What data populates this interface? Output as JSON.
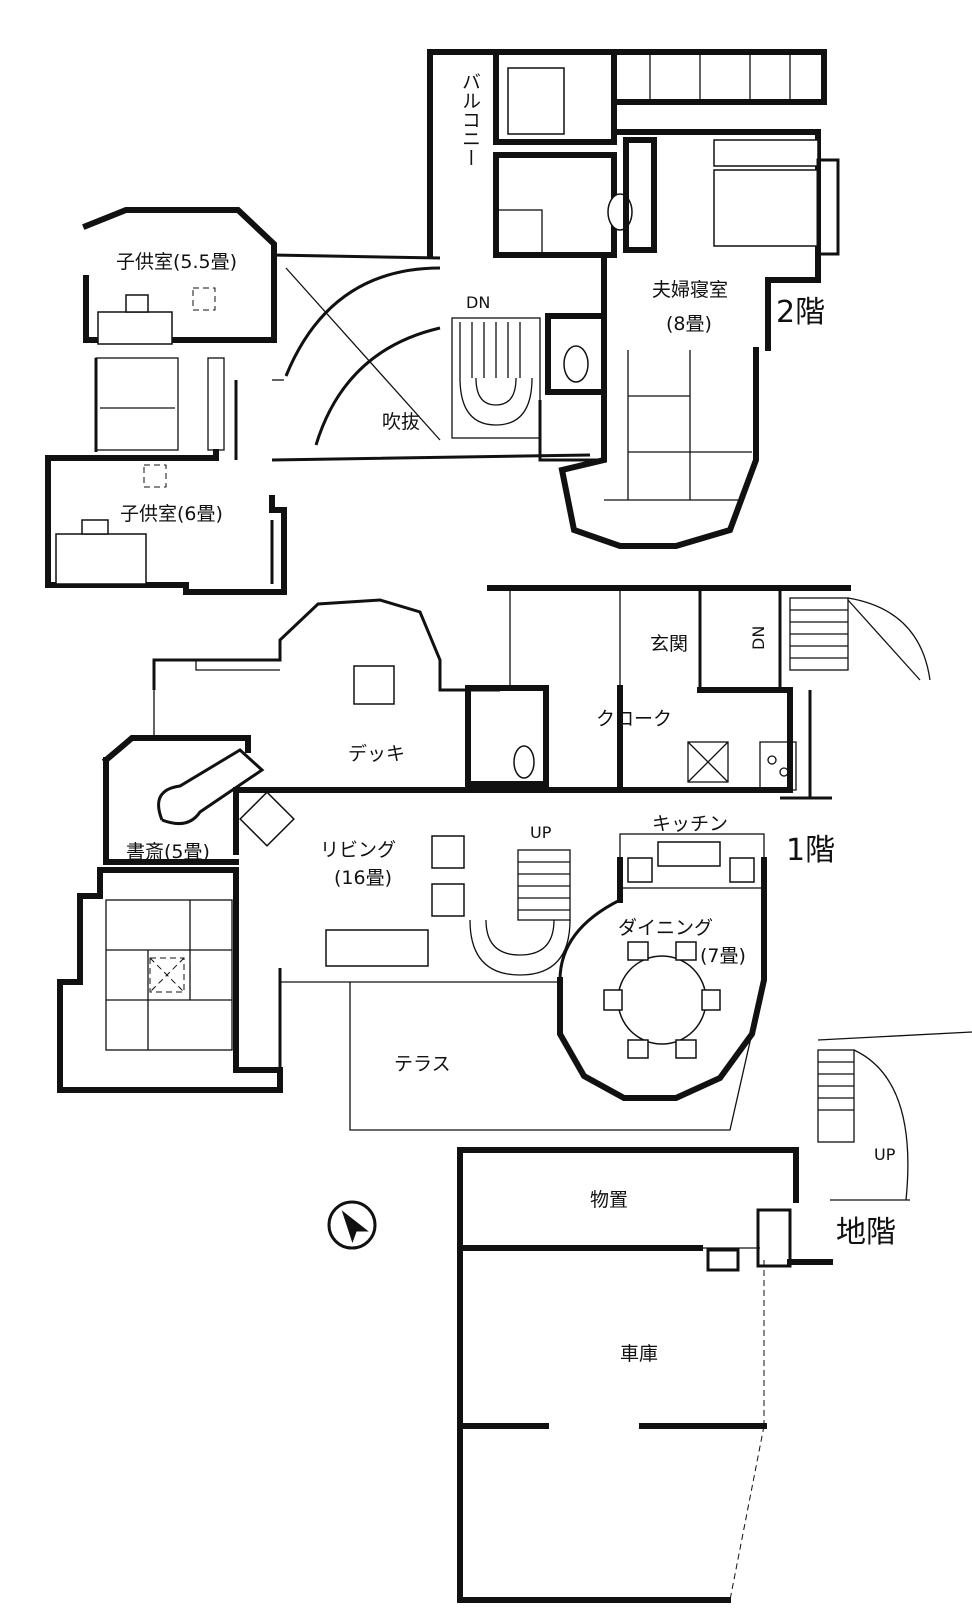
{
  "floors": {
    "second": "2階",
    "first": "1階",
    "basement": "地階"
  },
  "rooms": {
    "balcony": "バルコニー",
    "kids_room_1": "子供室(5.5畳)",
    "kids_room_2": "子供室(6畳)",
    "master_bedroom": "夫婦寝室",
    "master_bedroom_size": "(8畳)",
    "void": "吹抜",
    "entrance": "玄関",
    "cloak": "クローク",
    "deck": "デッキ",
    "study": "書斎(5畳)",
    "living": "リビング",
    "living_size": "(16畳)",
    "kitchen": "キッチン",
    "dining": "ダイニング",
    "dining_size": "(7畳)",
    "terrace": "テラス",
    "storage": "物置",
    "garage": "車庫"
  },
  "stairs": {
    "dn_2f": "DN",
    "dn_entry": "DN",
    "up_1f": "UP",
    "up_basement": "UP"
  }
}
